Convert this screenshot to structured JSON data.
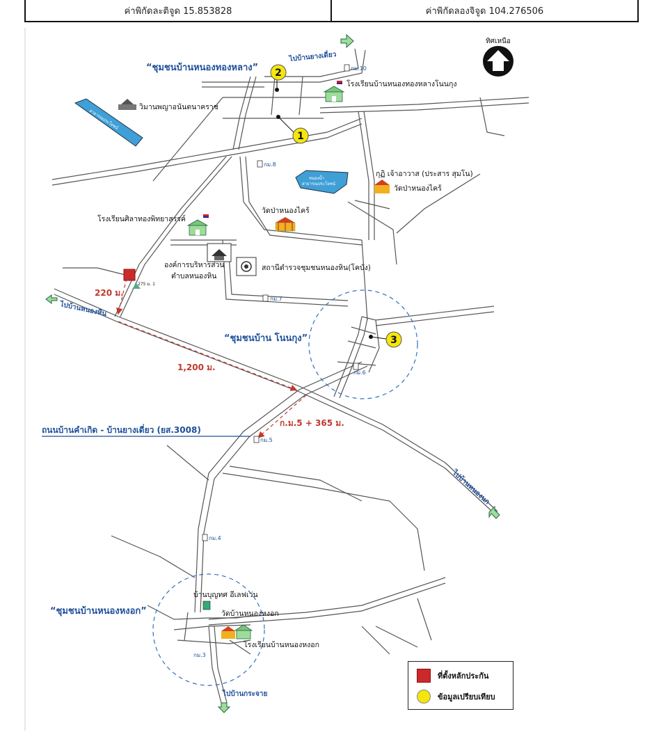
{
  "header": {
    "lat_label": "ค่าพิกัดละติจูด 15.853828",
    "lon_label": "ค่าพิกัดลองจิจูด 104.276506"
  },
  "north": {
    "label": "ทิศเหนือ"
  },
  "communities": {
    "nong_thong_lang": "“ชุมชนบ้านหนองทองหลาง”",
    "non_kung": "“ชุมชนบ้าน โนนกุง”",
    "nong_hong_ok": "“ชุมชนบ้านหนองหงอก”"
  },
  "directions": {
    "to_yang_diao": "ไปบ้านยางเดี่ยว",
    "to_nong_hin": "ไปบ้านหนองหิน",
    "to_nong_ok": "ไปบ้านหนองนก",
    "to_kra_chai": "ไปบ้านกระจาย"
  },
  "places": {
    "wiman": "วิมานพญาอนันตนาคราช",
    "school_nong_thong_lang": "โรงเรียนบ้านหนองทองหลางโนนกุง",
    "kuti": "กุฏิ เจ้าอาวาส (ประสาร สุมโน)",
    "wat_pa_nong_khrai_right": "วัดป่าหนองไคร้",
    "wat_pa_nong_khrai": "วัดป่าหนองไคร้",
    "school_sila": "โรงเรียนศิลาทองพิทยาสรรค์",
    "sao": "องค์การบริหารส่วน",
    "sao2": "ตำบลหนองหิน",
    "police": "สถานีตำรวจชุมชนหนองหิน(โคบัง)",
    "seven_eleven": "บ้านบุญทศ อีเลฟเว่น",
    "wat_nong_hong_ok": "วัดบ้านหนองหงอก",
    "school_nong_hong_ok": "โรงเรียนบ้านหนองหงอก",
    "reservoir_small": "สาธารณประโยชน์",
    "pond_label_1": "หนองน้ำ",
    "pond_label_2": "สาธารณประโยชน์",
    "marker_275": "275 ม. 1"
  },
  "kilometers": {
    "km10": "กม.10",
    "km8": "กม.8",
    "km7": "กม.7",
    "km6": "กม.6",
    "km5": "กม.5",
    "km4": "กม.4",
    "km3": "กม.3"
  },
  "distances": {
    "d220": "220 ม.",
    "d1200": "1,200 ม.",
    "km_offset": "ก.ม.5 + 365 ม."
  },
  "road_label": "ถนนบ้านคำเกิด - บ้านยางเดี่ยว (ยส.3008)",
  "points": {
    "p1": "1",
    "p2": "2",
    "p3": "3"
  },
  "legend": {
    "marker_label": "ที่ตั้งหลักประกัน",
    "compare_label": "ข้อมูลเปรียบเทียบ"
  },
  "colors": {
    "road": "#555555",
    "label_blue": "#1f4f9a",
    "distance_red": "#c0392b",
    "water": "#3f9fd6",
    "point_yellow": "#f5e60c",
    "marker_red": "#cc2a2a",
    "circle_blue": "#2f6fc0"
  }
}
